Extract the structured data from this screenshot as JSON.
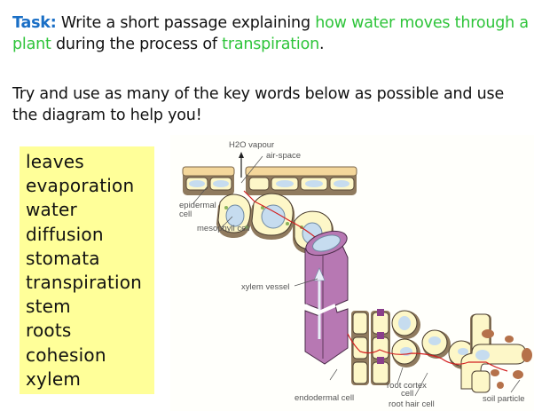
{
  "task": {
    "label": "Task:",
    "seg1": " Write a short passage explaining ",
    "hl1": "how water moves through a plant",
    "seg2": " during the process of ",
    "hl2": "transpiration",
    "seg3": "."
  },
  "instructions": "Try and use as many of the key words below as possible and use the diagram to help you!",
  "keywords": [
    "leaves",
    "evaporation",
    "water",
    "diffusion",
    "stomata",
    "transpiration",
    "stem",
    "roots",
    "cohesion",
    "xylem"
  ],
  "diagram": {
    "labels": {
      "h2o_vapour": "H2O vapour",
      "air_space": "air-space",
      "epidermal_cell_1": "epidermal",
      "epidermal_cell_2": "cell",
      "mesophyll_cell": "mesophyll cell",
      "xylem_vessel": "xylem vessel",
      "endodermal_cell": "endodermal cell",
      "root_cortex_cell_1": "root cortex",
      "root_cortex_cell_2": "cell",
      "root_hair_cell": "root hair cell",
      "soil_particle": "soil particle"
    }
  },
  "colors": {
    "task_label": "#1a6fc6",
    "highlight": "#2ec43a",
    "keybox_bg": "#ffff99",
    "xylem": "#b778b3",
    "cell_wall": "#a08b70",
    "cytoplasm": "#fdf7c8",
    "vacuole": "#c6dcef",
    "water_path": "#d32020"
  }
}
